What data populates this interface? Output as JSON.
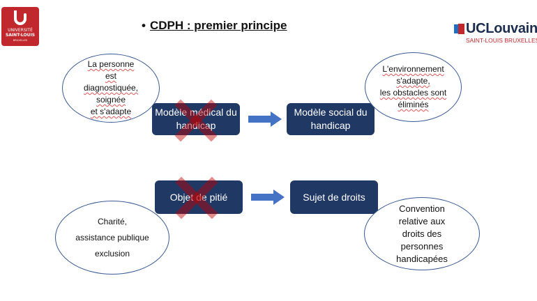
{
  "logos": {
    "left": {
      "line1": "UNIVERSITÉ",
      "line2": "SAINT-LOUIS",
      "line3": "BRUXELLES",
      "bg_color": "#c0282e"
    },
    "right": {
      "name": "UCLouvain",
      "subtitle": "SAINT-LOUIS BRUXELLES"
    }
  },
  "title": {
    "bullet": "•",
    "text": "CDPH : premier principe"
  },
  "boxes": {
    "medical": "Modèle médical du handicap",
    "social": "Modèle social du handicap",
    "pitie": "Objet de pitié",
    "droits": "Sujet de droits",
    "color": "#203864"
  },
  "ellipses": {
    "diagnostiquee": "La personne\nest\ndiagnostiquée,\nsoignée\net s'adapte",
    "environnement": "L'environnement\ns'adapte,\nles obstacles sont\néliminés",
    "charite": "Charité,\nassistance publique\nexclusion",
    "convention": "Convention\nrelative aux\ndroits des\npersonnes\nhandicapées"
  },
  "colors": {
    "arrow": "#4472c4",
    "cross": "#c00000",
    "ellipse_border": "#3a5a95"
  }
}
